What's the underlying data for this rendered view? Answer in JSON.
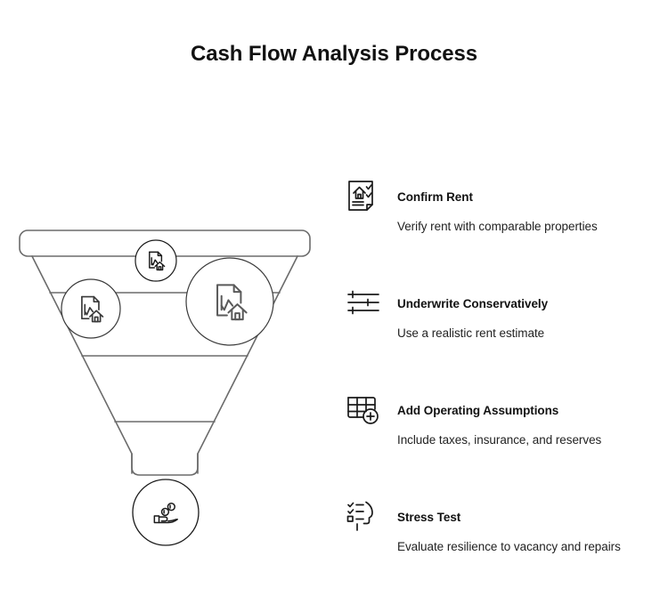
{
  "header": {
    "title": "Cash Flow Analysis Process"
  },
  "funnel": {
    "top_icons": [
      {
        "name": "property-report-small",
        "label": "property report"
      },
      {
        "name": "property-report-left",
        "label": "property report"
      },
      {
        "name": "property-report-right",
        "label": "property report"
      }
    ],
    "output_icon": {
      "name": "hand-coins",
      "label": "cash in hand"
    },
    "stage_count": 4,
    "stroke_color": "#6b6b6b"
  },
  "steps": [
    {
      "icon": "document-house-check-icon",
      "title": "Confirm Rent",
      "desc": "Verify rent with comparable properties"
    },
    {
      "icon": "sliders-icon",
      "title": "Underwrite Conservatively",
      "desc": "Use a realistic rent estimate"
    },
    {
      "icon": "table-plus-icon",
      "title": "Add Operating Assumptions",
      "desc": "Include taxes, insurance, and reserves"
    },
    {
      "icon": "head-checklist-icon",
      "title": "Stress Test",
      "desc": "Evaluate resilience to vacancy and repairs"
    }
  ],
  "footer": {
    "caption": ""
  },
  "colors": {
    "text": "#121212",
    "line": "#6b6b6b",
    "icon": "#1a1a1a",
    "background": "#ffffff"
  }
}
